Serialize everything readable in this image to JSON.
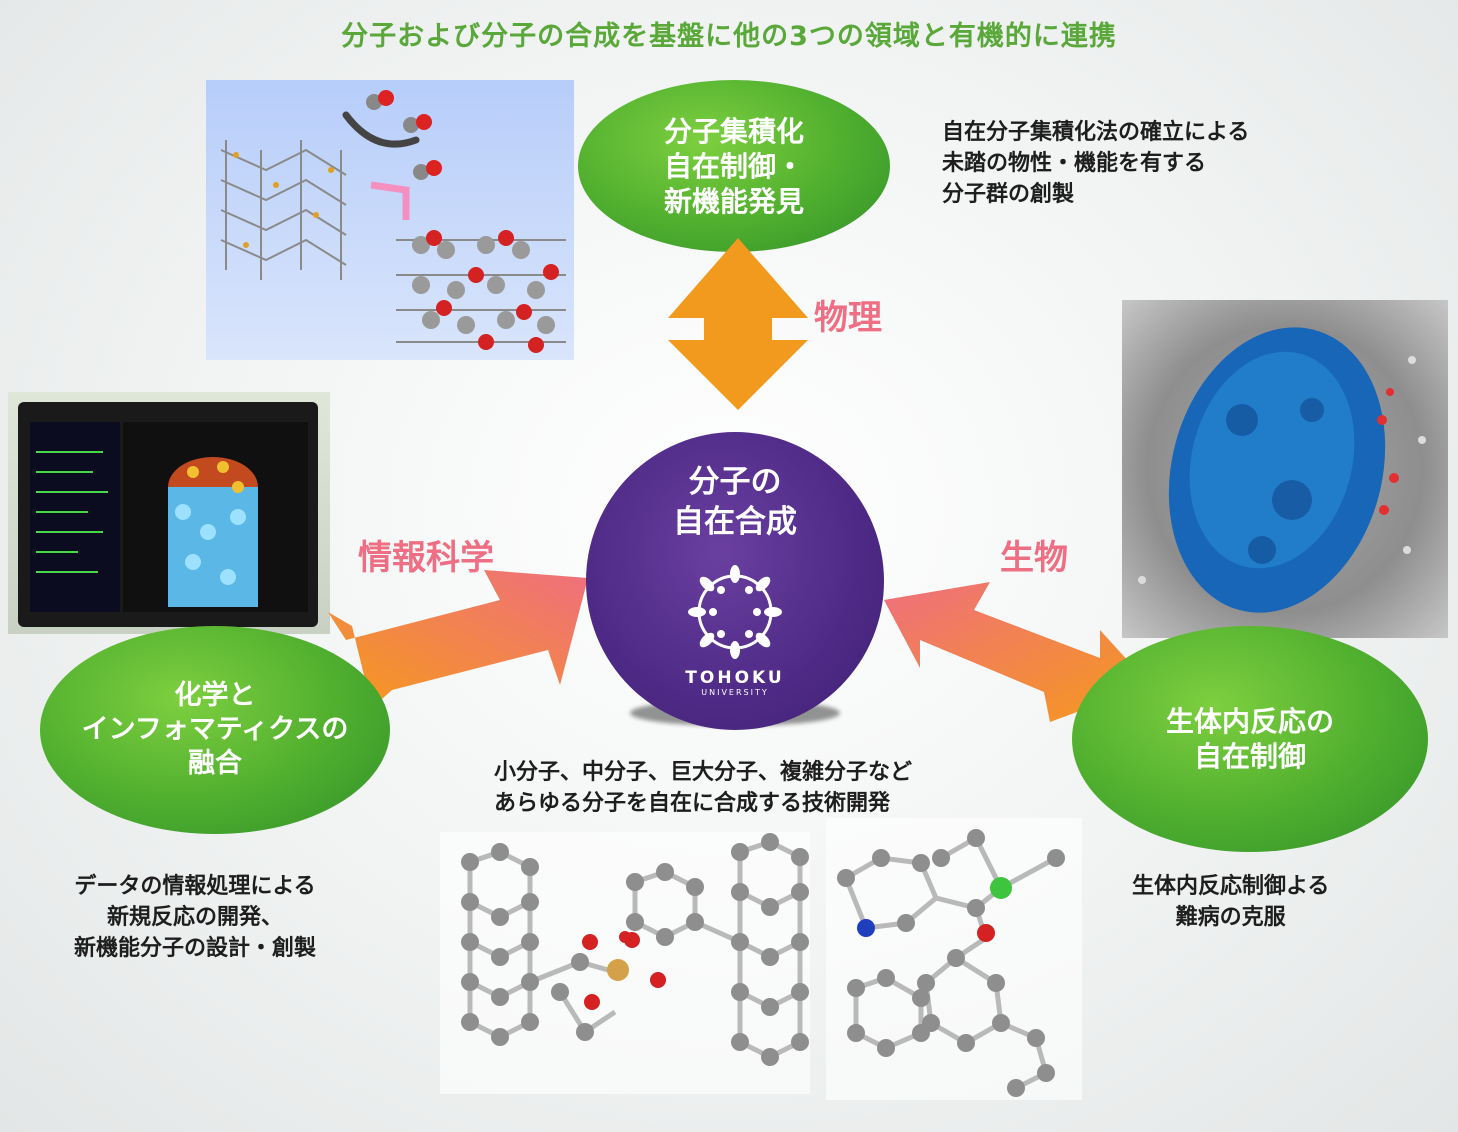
{
  "title": "分子および分子の合成を基盤に他の3つの領域と有機的に連携",
  "center": {
    "label": "分子の\n自在合成",
    "logo_text": "TOHOKU",
    "logo_subtext": "UNIVERSITY"
  },
  "nodes": {
    "top": {
      "label": "分子集積化\n自在制御・\n新機能発見"
    },
    "left": {
      "label": "化学と\nインフォマティクスの\n融合"
    },
    "right": {
      "label": "生体内反応の\n自在制御"
    }
  },
  "fields": {
    "physics": "物理",
    "informatics": "情報科学",
    "biology": "生物"
  },
  "descriptions": {
    "top": "自在分子集積化法の確立による\n未踏の物性・機能を有する\n分子群の創製",
    "center": "小分子、中分子、巨大分子、複雑分子など\nあらゆる分子を自在に合成する技術開発",
    "left": "データの情報処理による\n新規反応の開発、\n新機能分子の設計・創製",
    "right": "生体内反応制御よる\n難病の克服"
  },
  "colors": {
    "title_green": "#5aa83a",
    "node_green": "#4fae2e",
    "center_purple": "#4e2a86",
    "field_pink": "#ee6f83",
    "arrow_orange": "#f29a1d"
  }
}
